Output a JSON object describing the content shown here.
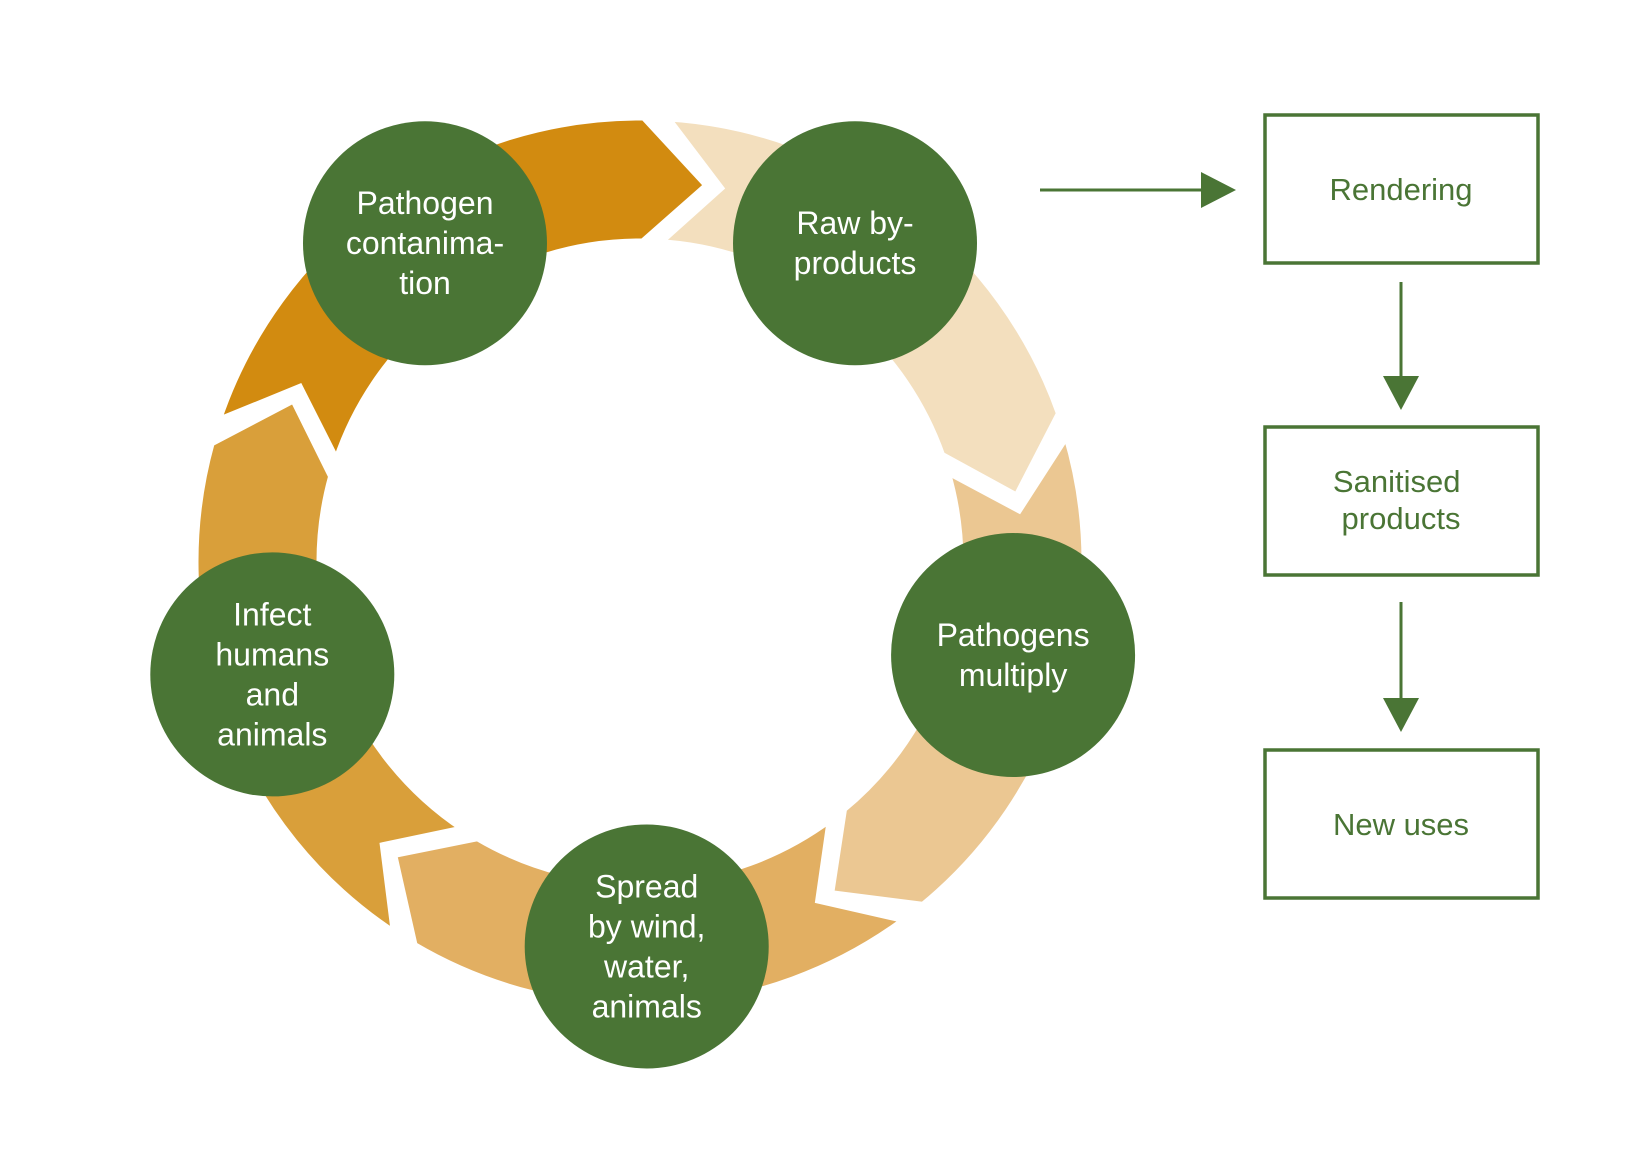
{
  "colors": {
    "node": "#4a7535",
    "box_border": "#4a7535",
    "box_text": "#4a7535",
    "arrow": "#4a7535",
    "segments": [
      "#f3dfbe",
      "#ebc792",
      "#e2af62",
      "#d99f3a",
      "#d28b10"
    ]
  },
  "cycle": {
    "nodes": [
      {
        "id": "raw",
        "lines": [
          "Raw by-",
          "products"
        ]
      },
      {
        "id": "multiply",
        "lines": [
          "Pathogens",
          "multiply"
        ]
      },
      {
        "id": "spread",
        "lines": [
          "Spread",
          "by wind,",
          "water,",
          "animals"
        ]
      },
      {
        "id": "infect",
        "lines": [
          "Infect",
          "humans",
          "and",
          "animals"
        ]
      },
      {
        "id": "contamination",
        "lines": [
          "Pathogen",
          "contanima-",
          "tion"
        ]
      }
    ]
  },
  "flow": {
    "boxes": [
      {
        "id": "rendering",
        "lines": [
          "Rendering"
        ]
      },
      {
        "id": "sanitised",
        "lines": [
          "Sanitised",
          "products"
        ]
      },
      {
        "id": "new-uses",
        "lines": [
          "New uses"
        ]
      }
    ]
  }
}
